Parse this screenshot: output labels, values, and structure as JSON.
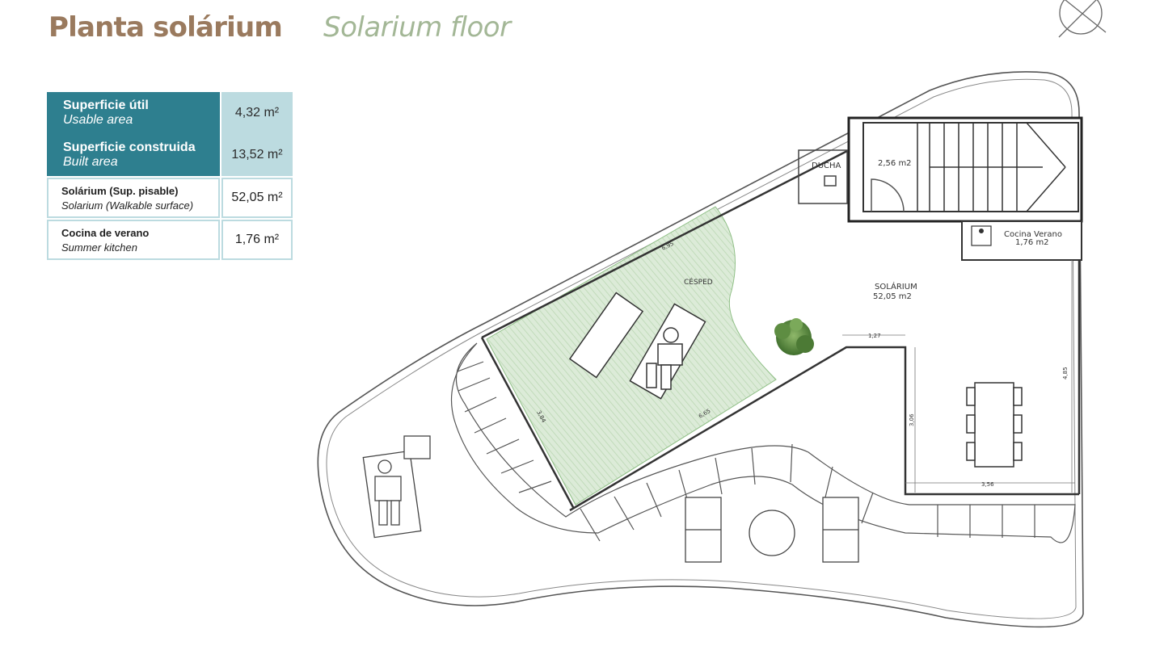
{
  "header": {
    "title_es": "Planta solárium",
    "title_en": "Solarium floor"
  },
  "areas": [
    {
      "label_es": "Superficie útil",
      "label_en": "Usable area",
      "value": "4,32 m²"
    },
    {
      "label_es": "Superficie construida",
      "label_en": "Built area",
      "value": "13,52 m²"
    },
    {
      "label_es": "Solárium (Sup. pisable)",
      "label_en": "Solarium (Walkable surface)",
      "value": "52,05 m²"
    },
    {
      "label_es": "Cocina de verano",
      "label_en": "Summer kitchen",
      "value": "1,76 m²"
    }
  ],
  "plan": {
    "rooms": {
      "ducha": "DUCHA",
      "stair_area": "2,56 m2",
      "cocina_name": "Cocina Verano",
      "cocina_area": "1,76 m2",
      "cesped": "CÉSPED",
      "solarium_name": "SOLÁRIUM",
      "solarium_area": "52,05 m2"
    },
    "dimensions": {
      "d1": "6,95",
      "d2": "6,65",
      "d3": "3,84",
      "d4": "1,27",
      "d5": "3,06",
      "d6": "4,85",
      "d7": "3,56"
    }
  },
  "colors": {
    "title_es": "#9a7a5e",
    "title_en": "#a3b796",
    "table_dark": "#2e7f8f",
    "table_light": "#bcdbe0",
    "lawn": "#dcebd8"
  },
  "icons": [
    "compass-icon",
    "tree-icon",
    "sunbed-icon",
    "dining-table-icon"
  ]
}
